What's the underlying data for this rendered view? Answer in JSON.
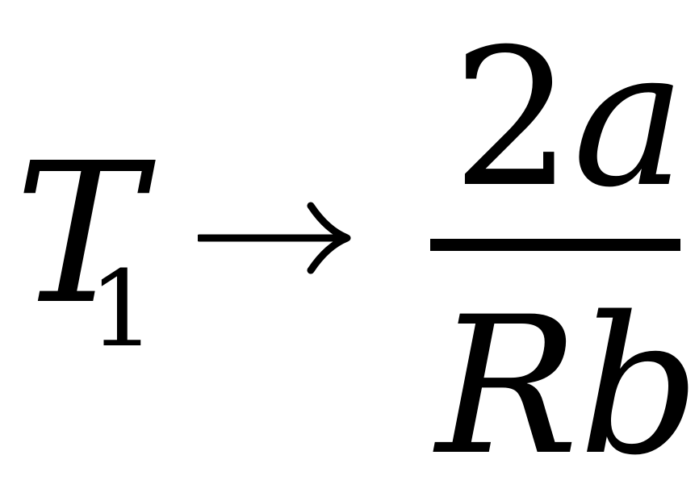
{
  "formula": {
    "lhs": {
      "base": "T",
      "subscript": "1"
    },
    "arrow_symbol": "→",
    "rhs": {
      "numerator": "2a",
      "denominator": "Rb"
    }
  }
}
